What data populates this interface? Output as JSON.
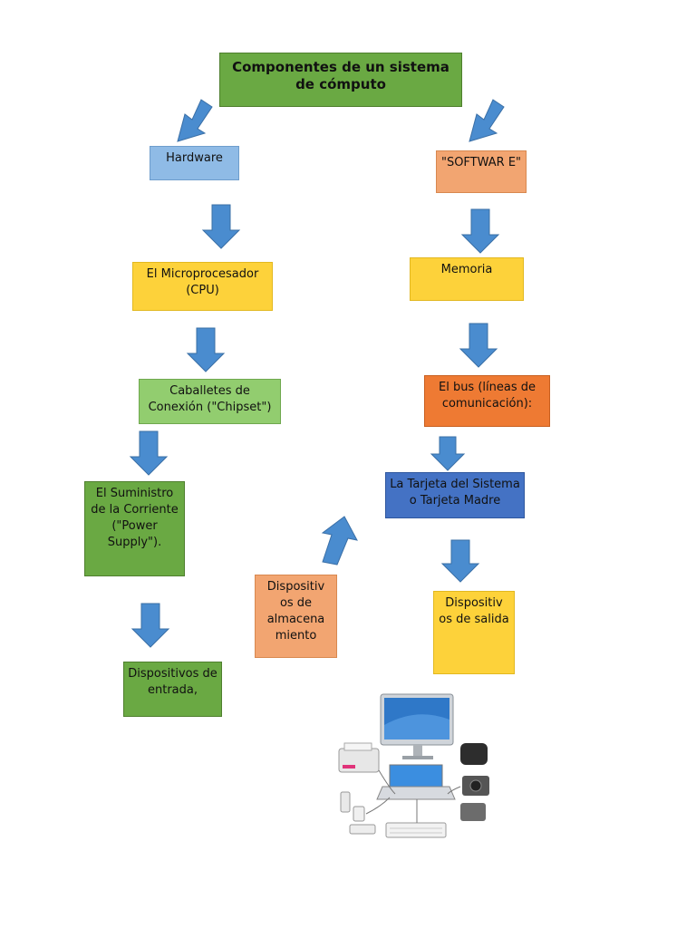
{
  "title": "Componentes de un sistema de cómputo",
  "hardware": {
    "label": "Hardware"
  },
  "cpu": {
    "label": "El Microprocesador (CPU)"
  },
  "chipset": {
    "label": "Caballetes de Conexión (\"Chipset\")"
  },
  "power_supply": {
    "label": "El Suministro de la Corriente (\"Power Supply\")."
  },
  "input_devices": {
    "label": "Dispositivos de entrada,"
  },
  "software": {
    "label": "\"SOFTWAR E\""
  },
  "memory": {
    "label": "Memoria"
  },
  "bus": {
    "label": "El bus (líneas de comunicación):"
  },
  "motherboard": {
    "label": "La Tarjeta del Sistema o Tarjeta Madre"
  },
  "storage_devices": {
    "label": "Dispositiv os de almacena miento"
  },
  "output_devices": {
    "label": "Dispositiv os de salida"
  },
  "colors": {
    "arrow": "#4a8ccf",
    "green_dark": "#6aa943",
    "green_light": "#92cd6f",
    "blue_light": "#8fbbe6",
    "orange_light": "#f2a571",
    "orange_dark": "#ee7a33",
    "yellow": "#fdd23a",
    "blue_dark": "#4472c4"
  },
  "illustration": {
    "icon": "computer-peripherals-illustration"
  }
}
